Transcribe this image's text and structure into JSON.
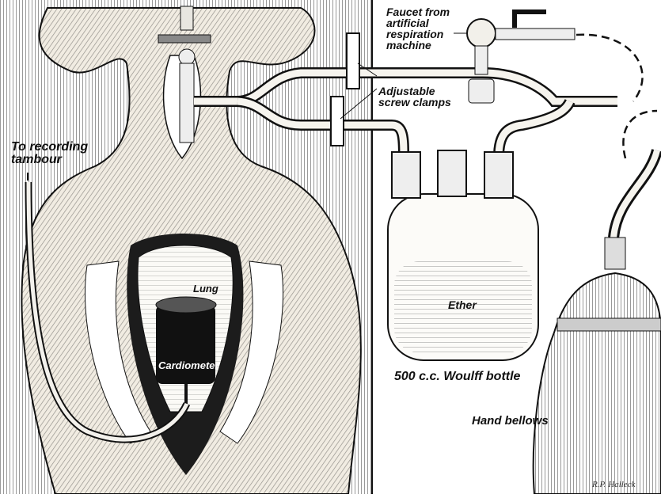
{
  "figure": {
    "labels": {
      "faucet": [
        "Faucet from",
        "artificial",
        "respiration",
        "machine"
      ],
      "clamps": [
        "Adjustable",
        "screw clamps"
      ],
      "recording": [
        "To recording",
        "tambour"
      ],
      "lung": "Lung",
      "cardiometer": "Cardiometer",
      "ether": "Ether",
      "bottle": "500 c.c. Woulff bottle",
      "bellows": "Hand bellows",
      "artist": "R.P. Halleck"
    }
  }
}
